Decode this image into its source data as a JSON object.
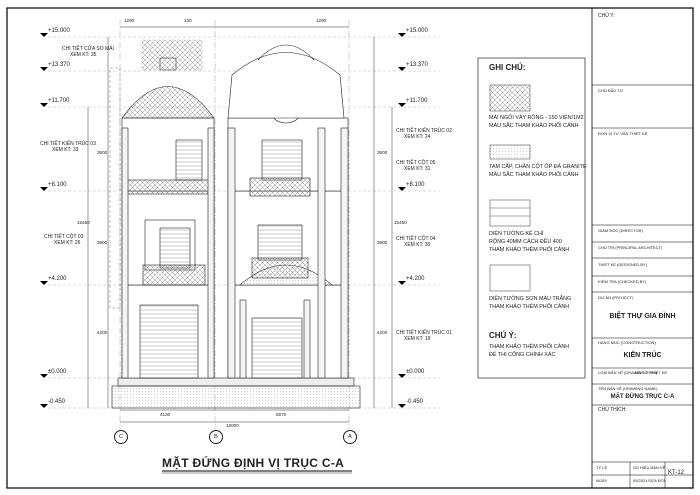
{
  "drawing": {
    "title": "MẶT ĐỨNG ĐỊNH VỊ TRỤC C-A",
    "levels": [
      "+15.000",
      "+13.370",
      "+11.700",
      "+8.100",
      "+4.200",
      "±0.000",
      "-0.450"
    ],
    "levels_right": [
      "+15.000",
      "+13.370",
      "+11.700",
      "+8.100",
      "+4.200",
      "±0.000",
      "-0.450"
    ],
    "top_dims": [
      "1290",
      "130",
      "1290"
    ],
    "bottom_dims": [
      "4130",
      "5870"
    ],
    "total_dim": "10000",
    "axes": [
      "C",
      "B",
      "A"
    ],
    "left_vertical_dims": [
      "3600",
      "3900",
      "4200",
      "15450"
    ],
    "right_vertical_dims": [
      "3600",
      "3900",
      "4200",
      "15450"
    ],
    "callouts_left": [
      {
        "title": "CHI TIẾT CỬA SỔ MÁI",
        "ref": "XEM KT: 35"
      },
      {
        "title": "CHI TIẾT KIẾN TRÚC 03",
        "ref": "XEM KT: 33"
      },
      {
        "title": "CHI TIẾT CỘT 03",
        "ref": "XEM KT: 26"
      }
    ],
    "callouts_right": [
      {
        "title": "CHI TIẾT KIẾN TRÚC 02",
        "ref": "XEM KT: 24"
      },
      {
        "title": "CHI TIẾT CỘT 05",
        "ref": "XEM KT: 31"
      },
      {
        "title": "CHI TIẾT CỘT 04",
        "ref": "XEM KT: 30"
      },
      {
        "title": "CHI TIẾT KIẾN TRÚC 01",
        "ref": "XEM KT: 19"
      }
    ]
  },
  "legend": {
    "heading": "GHI CHÚ:",
    "items": [
      {
        "text": "MÁI NGÓI VẢY RỒNG - 150 VIÊN/1M2\nMÀU SẮC THAM KHẢO PHỐI CẢNH"
      },
      {
        "text": "TAM CẤP, CHÂN CỘT ỐP ĐÁ GRANITE\nMÀU SẮC THAM KHẢO PHỐI CẢNH"
      },
      {
        "text": "DIỆN TƯỜNG KẺ CHỈ\nRỘNG 40MM CÁCH ĐỀU 400\nTHAM KHẢO THÊM PHỐI CẢNH"
      },
      {
        "text": "DIỆN TƯỜNG SƠN MÀU TRẮNG\nTHAM KHẢO THÊM PHỐI CẢNH"
      }
    ],
    "note_heading": "CHÚ Ý:",
    "note_text": "THAM KHẢO THÊM PHỐI CẢNH\nĐỂ THI CÔNG CHÍNH XÁC"
  },
  "titleblock": {
    "chu_y": "CHỦ Ý:",
    "chu_dau_tu": "CHỦ ĐẦU TƯ",
    "don_vi": "ĐƠN VỊ TƯ VẤN THIẾT KẾ",
    "giam_doc": "GIÁM ĐỐC (DIRECTOR)",
    "chu_tri": "CHỦ TRÌ (PRINCIPAL ARCHITECT)",
    "thiet_ke": "THIẾT KẾ (DESIGNED BY)",
    "kiem_tra": "KIỂM TRA (CHECKED BY)",
    "du_an_label": "DỰ ÁN (PROJECT)",
    "du_an": "BIỆT THỰ GIA ĐÌNH",
    "hang_muc_label": "HẠNG MỤC (CONSTRUCTION)",
    "hang_muc": "KIẾN TRÚC",
    "loai_ban_ve_label": "LOẠI BẢN VẼ (DRAWING TYPE)",
    "loai_ban_ve": "HỒ SƠ THIẾT KẾ",
    "ten_ban_ve_label": "TÊN BẢN VẼ (DRAWING NAME)",
    "ten_ban_ve": "MẶT ĐỨNG TRỤC C-A",
    "chu_thich": "CHỦ THÍCH:",
    "ty_le_label": "TỶ LỆ",
    "ngay_label": "NGÀY",
    "so_hieu_label": "SỐ HIỆU BẢN VẼ",
    "so_hieu": "KT-12",
    "ngay": "05/2021",
    "so_lan": "SỬA ĐỔI"
  }
}
